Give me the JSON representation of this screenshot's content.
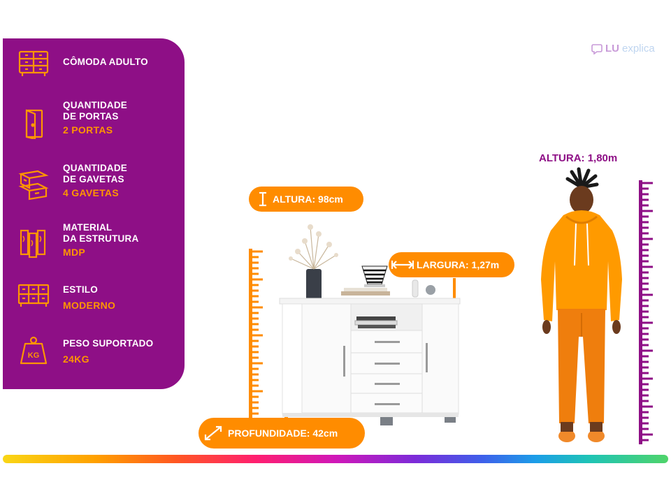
{
  "specs": [
    {
      "icon": "dresser-icon",
      "label": "CÔMODA ADULTO",
      "value": ""
    },
    {
      "icon": "door-icon",
      "label": "QUANTIDADE\nDE PORTAS",
      "value": "2 PORTAS"
    },
    {
      "icon": "drawers-icon",
      "label": "QUANTIDADE\nDE GAVETAS",
      "value": "4 GAVETAS"
    },
    {
      "icon": "wood-panels-icon",
      "label": "MATERIAL\nDA ESTRUTURA",
      "value": "MDP"
    },
    {
      "icon": "cabinet-style-icon",
      "label": "ESTILO",
      "value": "MODERNO"
    },
    {
      "icon": "weight-kg-icon",
      "label": "PESO SUPORTADO",
      "value": "24KG"
    }
  ],
  "logo": {
    "lu": "LU",
    "explica": "explica"
  },
  "dimensions": {
    "altura": "ALTURA: 98cm",
    "largura": "LARGURA: 1,27m",
    "profundidade": "PROFUNDIDADE: 42cm"
  },
  "person": {
    "altura": "ALTURA: 1,80m"
  },
  "colors": {
    "purple": "#8e0f86",
    "orange": "#ff8c00",
    "accent_value": "#ff9500"
  }
}
